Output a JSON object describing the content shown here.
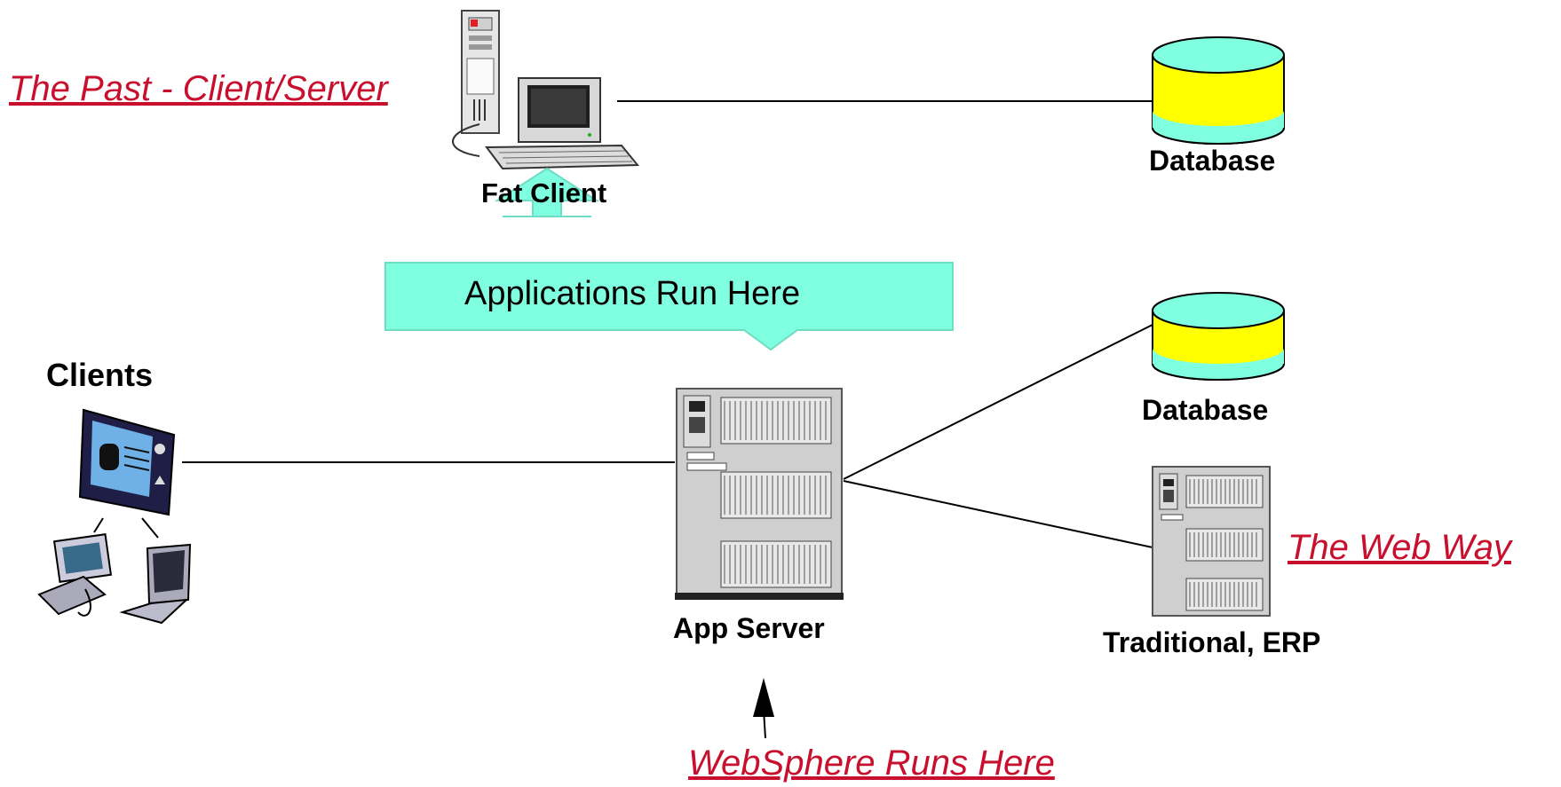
{
  "past_label": "The Past - Client/Server",
  "fat_client_label": "Fat Client",
  "database_top_label": "Database",
  "applications_label": "Applications Run Here",
  "clients_label": "Clients",
  "app_server_label": "App Server",
  "database_mid_label": "Database",
  "traditional_label": "Traditional, ERP",
  "web_way_label": "The Web Way",
  "websphere_label": "WebSphere Runs Here",
  "colors": {
    "accent_red": "#c8102e",
    "callout_fill": "#80ffe0",
    "db_body": "#ffff00",
    "db_top": "#80ffe0",
    "server_gray": "#cfcfcf"
  }
}
